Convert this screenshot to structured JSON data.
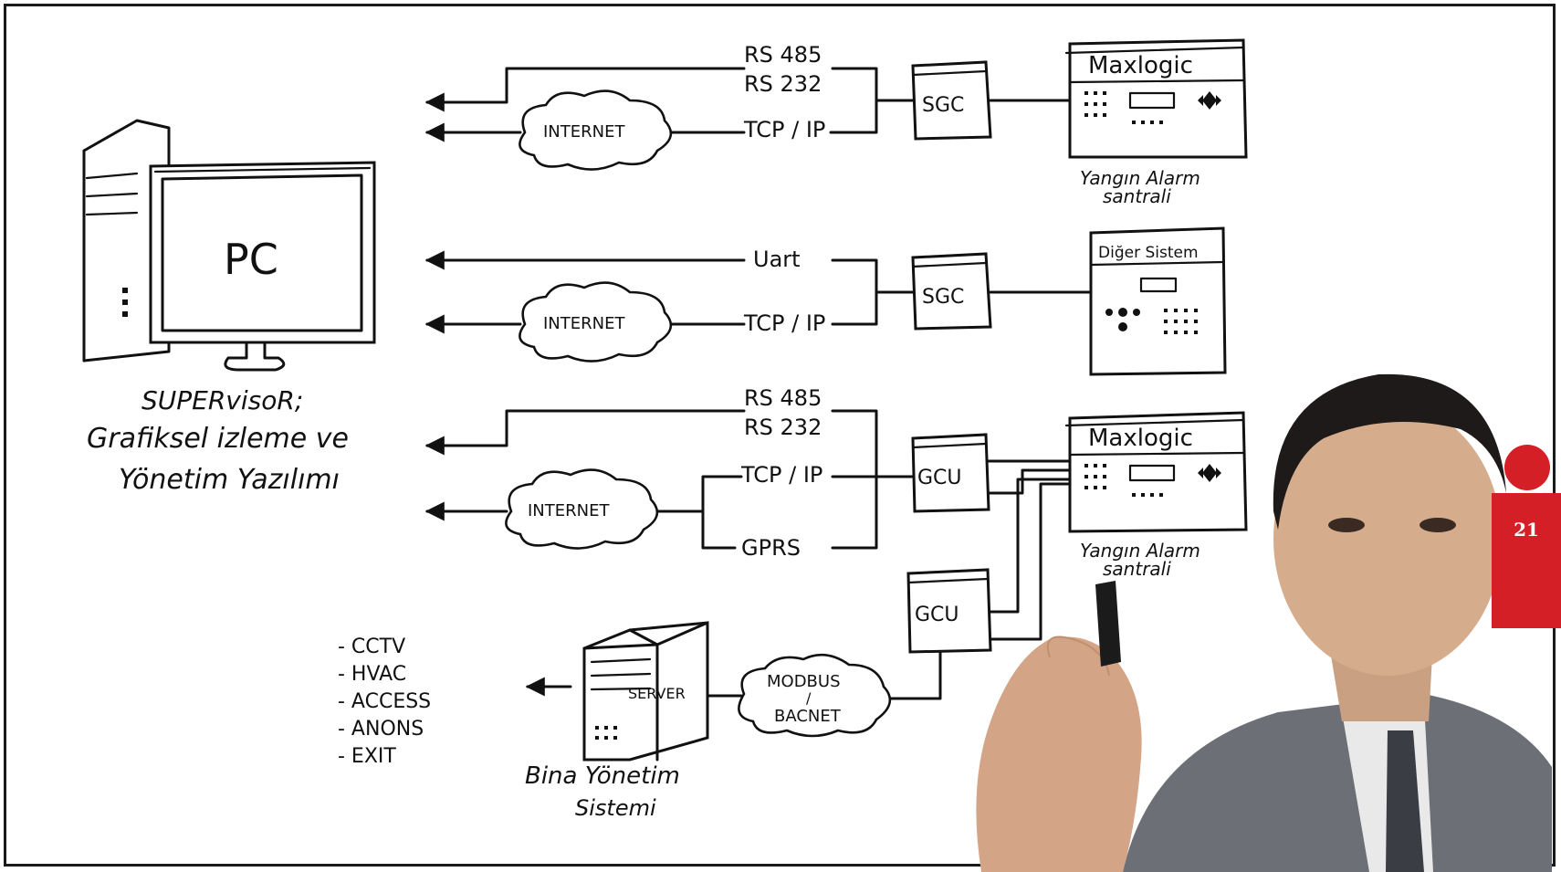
{
  "colors": {
    "ink": "#111111",
    "accent": "#d41f26",
    "background": "#ffffff"
  },
  "page_number": "21",
  "pc": {
    "label": "PC"
  },
  "supervisor": {
    "line1": "SUPERvisoR;",
    "line2": "Grafiksel izleme ve",
    "line3": "Yönetim Yazılımı"
  },
  "row1": {
    "serial_a": "RS 485",
    "serial_b": "RS 232",
    "tcp": "TCP / IP",
    "cloud": "INTERNET",
    "gateway": "SGC",
    "panel_title": "Maxlogic",
    "panel_caption_a": "Yangın Alarm",
    "panel_caption_b": "santrali"
  },
  "row2": {
    "uart": "Uart",
    "tcp": "TCP / IP",
    "cloud": "INTERNET",
    "gateway": "SGC",
    "panel_title": "Diğer Sistem"
  },
  "row3": {
    "serial_a": "RS 485",
    "serial_b": "RS 232",
    "tcp": "TCP / IP",
    "gprs": "GPRS",
    "cloud": "INTERNET",
    "gateway": "GCU",
    "gateway2": "GCU",
    "panel_title": "Maxlogic",
    "panel_caption_a": "Yangın Alarm",
    "panel_caption_b": "santrali"
  },
  "bms": {
    "server": "SERVER",
    "cloud_a": "MODBUS",
    "cloud_sep": "/",
    "cloud_b": "BACNET",
    "caption_a": "Bina Yönetim",
    "caption_b": "Sistemi",
    "list": [
      "- CCTV",
      "- HVAC",
      "- ACCESS",
      "- ANONS",
      "- EXIT"
    ]
  }
}
